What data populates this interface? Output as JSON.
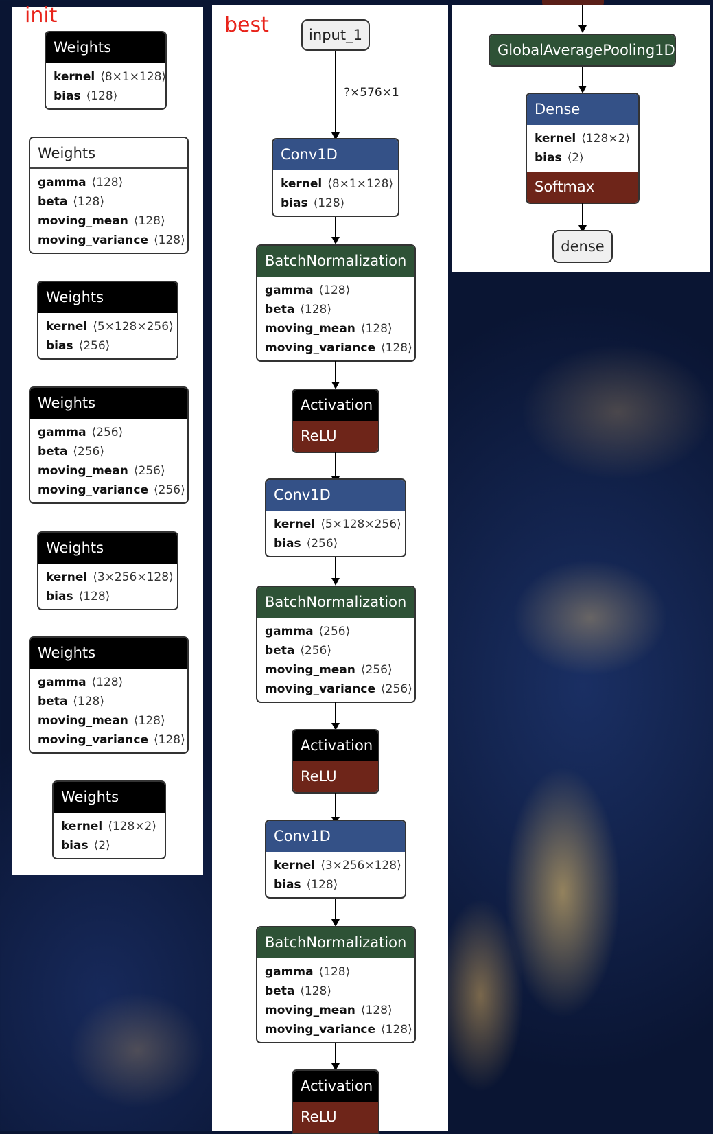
{
  "labels": {
    "init": "init",
    "best": "best"
  },
  "init_column": {
    "w1": {
      "title": "Weights",
      "rows": [
        {
          "k": "kernel",
          "v": "⟨8×1×128⟩"
        },
        {
          "k": "bias",
          "v": "⟨128⟩"
        }
      ]
    },
    "w2": {
      "title": "Weights",
      "rows": [
        {
          "k": "gamma",
          "v": "⟨128⟩"
        },
        {
          "k": "beta",
          "v": "⟨128⟩"
        },
        {
          "k": "moving_mean",
          "v": "⟨128⟩"
        },
        {
          "k": "moving_variance",
          "v": "⟨128⟩"
        }
      ]
    },
    "w3": {
      "title": "Weights",
      "rows": [
        {
          "k": "kernel",
          "v": "⟨5×128×256⟩"
        },
        {
          "k": "bias",
          "v": "⟨256⟩"
        }
      ]
    },
    "w4": {
      "title": "Weights",
      "rows": [
        {
          "k": "gamma",
          "v": "⟨256⟩"
        },
        {
          "k": "beta",
          "v": "⟨256⟩"
        },
        {
          "k": "moving_mean",
          "v": "⟨256⟩"
        },
        {
          "k": "moving_variance",
          "v": "⟨256⟩"
        }
      ]
    },
    "w5": {
      "title": "Weights",
      "rows": [
        {
          "k": "kernel",
          "v": "⟨3×256×128⟩"
        },
        {
          "k": "bias",
          "v": "⟨128⟩"
        }
      ]
    },
    "w6": {
      "title": "Weights",
      "rows": [
        {
          "k": "gamma",
          "v": "⟨128⟩"
        },
        {
          "k": "beta",
          "v": "⟨128⟩"
        },
        {
          "k": "moving_mean",
          "v": "⟨128⟩"
        },
        {
          "k": "moving_variance",
          "v": "⟨128⟩"
        }
      ]
    },
    "w7": {
      "title": "Weights",
      "rows": [
        {
          "k": "kernel",
          "v": "⟨128×2⟩"
        },
        {
          "k": "bias",
          "v": "⟨2⟩"
        }
      ]
    }
  },
  "best_column": {
    "input": "input_1",
    "input_edge": "?×576×1",
    "conv1": {
      "title": "Conv1D",
      "rows": [
        {
          "k": "kernel",
          "v": "⟨8×1×128⟩"
        },
        {
          "k": "bias",
          "v": "⟨128⟩"
        }
      ]
    },
    "bn1": {
      "title": "BatchNormalization",
      "rows": [
        {
          "k": "gamma",
          "v": "⟨128⟩"
        },
        {
          "k": "beta",
          "v": "⟨128⟩"
        },
        {
          "k": "moving_mean",
          "v": "⟨128⟩"
        },
        {
          "k": "moving_variance",
          "v": "⟨128⟩"
        }
      ]
    },
    "act1": {
      "title": "Activation",
      "fn": "ReLU"
    },
    "conv2": {
      "title": "Conv1D",
      "rows": [
        {
          "k": "kernel",
          "v": "⟨5×128×256⟩"
        },
        {
          "k": "bias",
          "v": "⟨256⟩"
        }
      ]
    },
    "bn2": {
      "title": "BatchNormalization",
      "rows": [
        {
          "k": "gamma",
          "v": "⟨256⟩"
        },
        {
          "k": "beta",
          "v": "⟨256⟩"
        },
        {
          "k": "moving_mean",
          "v": "⟨256⟩"
        },
        {
          "k": "moving_variance",
          "v": "⟨256⟩"
        }
      ]
    },
    "act2": {
      "title": "Activation",
      "fn": "ReLU"
    },
    "conv3": {
      "title": "Conv1D",
      "rows": [
        {
          "k": "kernel",
          "v": "⟨3×256×128⟩"
        },
        {
          "k": "bias",
          "v": "⟨128⟩"
        }
      ]
    },
    "bn3": {
      "title": "BatchNormalization",
      "rows": [
        {
          "k": "gamma",
          "v": "⟨128⟩"
        },
        {
          "k": "beta",
          "v": "⟨128⟩"
        },
        {
          "k": "moving_mean",
          "v": "⟨128⟩"
        },
        {
          "k": "moving_variance",
          "v": "⟨128⟩"
        }
      ]
    },
    "act3": {
      "title": "Activation",
      "fn": "ReLU"
    }
  },
  "tail_column": {
    "gap": "GlobalAveragePooling1D",
    "dense": {
      "title": "Dense",
      "rows": [
        {
          "k": "kernel",
          "v": "⟨128×2⟩"
        },
        {
          "k": "bias",
          "v": "⟨2⟩"
        }
      ],
      "fn": "Softmax"
    },
    "output": "dense"
  },
  "colors": {
    "conv": "#345187",
    "bn": "#2e5236",
    "activation_fn": "#6e2519",
    "header_black": "#000000",
    "panel_label": "#e8231a"
  }
}
